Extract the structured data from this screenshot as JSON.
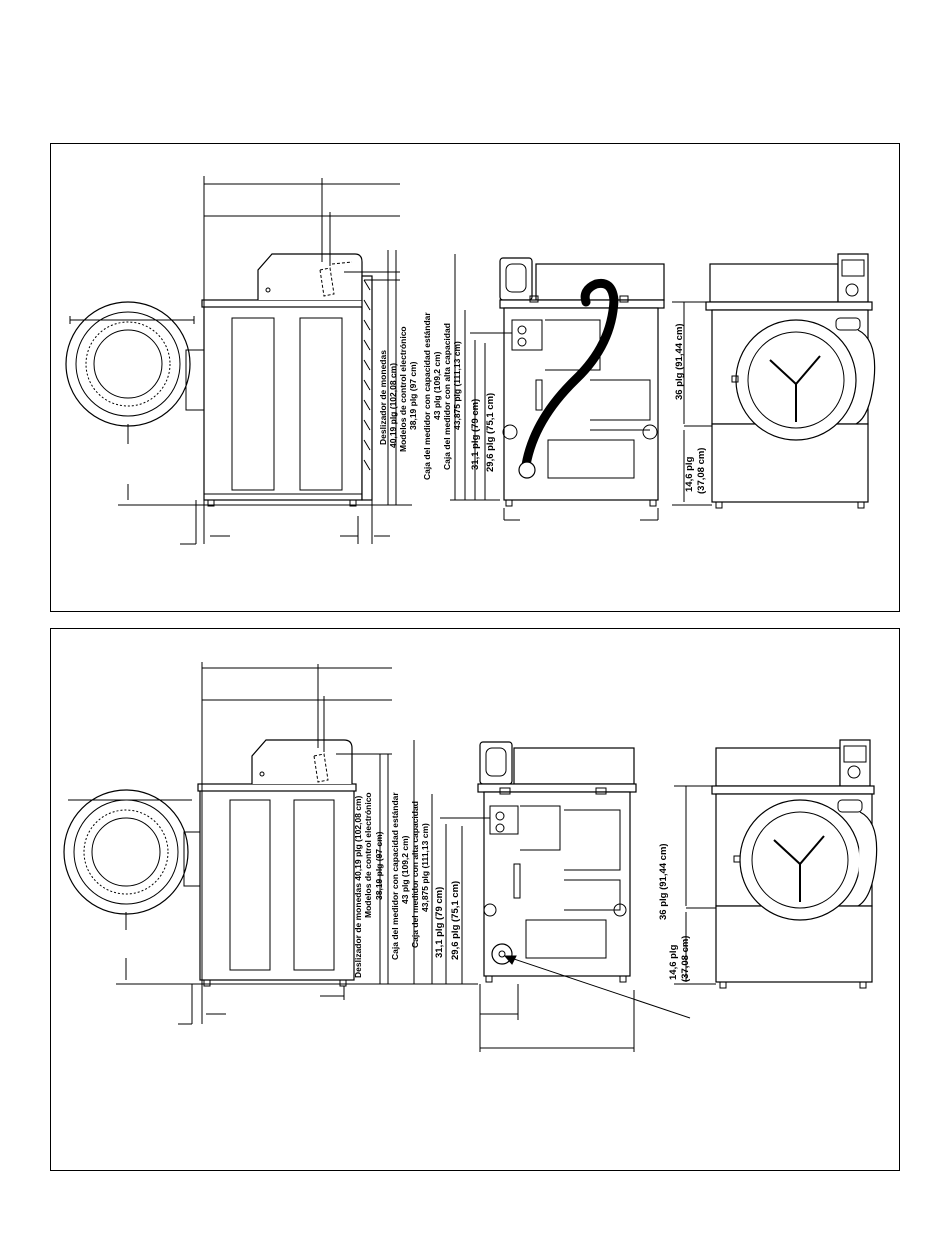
{
  "top_diagram": {
    "side_labels": [
      "Deslizador de monedas",
      "40,19 plg (102,08 cm)",
      "Modelos de control electrónico",
      "38,19 plg (97 cm)",
      "Caja del medidor con capacidad estándar",
      "43 plg (109,2 cm)",
      "Caja del medidor con alta capacidad",
      "43,875 plg (111,13 cm)"
    ],
    "dim_31": "31,1 plg (79 cm)",
    "dim_29": "29,6 plg (75,1 cm)",
    "dim_36": "36 plg (91,44 cm)",
    "dim_14_line1": "14,6 plg",
    "dim_14_line2": "(37,08 cm)"
  },
  "bottom_diagram": {
    "side_labels": [
      "Deslizador de monedas 40,19 plg (102,08 cm)",
      "Modelos de control electrónico",
      "38,19 plg (97 cm)",
      "Caja del medidor con capacidad estándar",
      "43 plg (109,2 cm)",
      "Caja del medidor con alta capacidad",
      "43,875 plg (111,13 cm)"
    ],
    "dim_31": "31,1 plg (79 cm)",
    "dim_29": "29,6 plg (75,1 cm)",
    "dim_36": "36 plg (91,44 cm)",
    "dim_14_line1": "14,6 plg",
    "dim_14_line2": "(37,08 cm)"
  }
}
